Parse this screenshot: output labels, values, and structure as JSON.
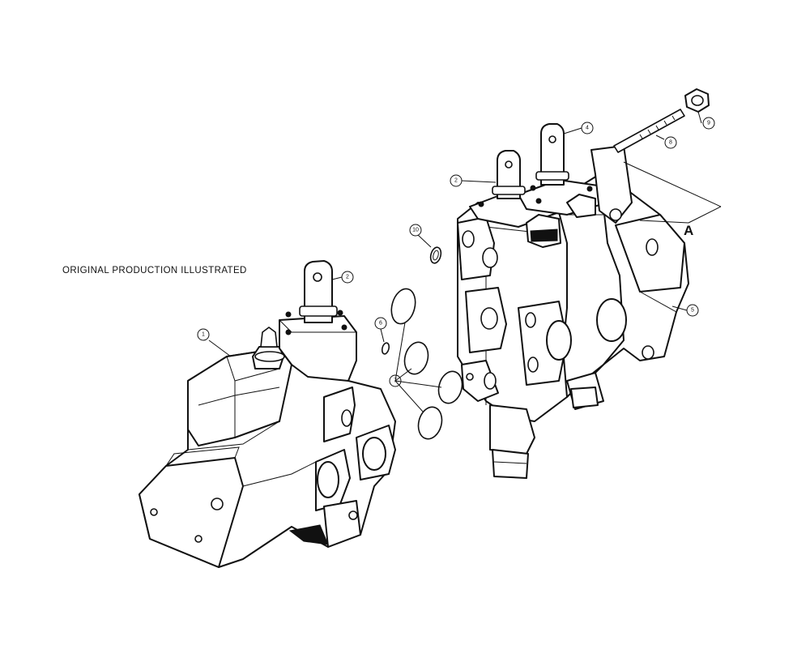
{
  "caption": "ORIGINAL PRODUCTION ILLUSTRATED",
  "callouts": {
    "c1": "1",
    "c2a": "2",
    "c2b": "2",
    "c4": "4",
    "c5": "5",
    "c6": "6",
    "c7": "7",
    "c8": "8",
    "c9": "9",
    "c10": "10"
  },
  "label_a": "A"
}
